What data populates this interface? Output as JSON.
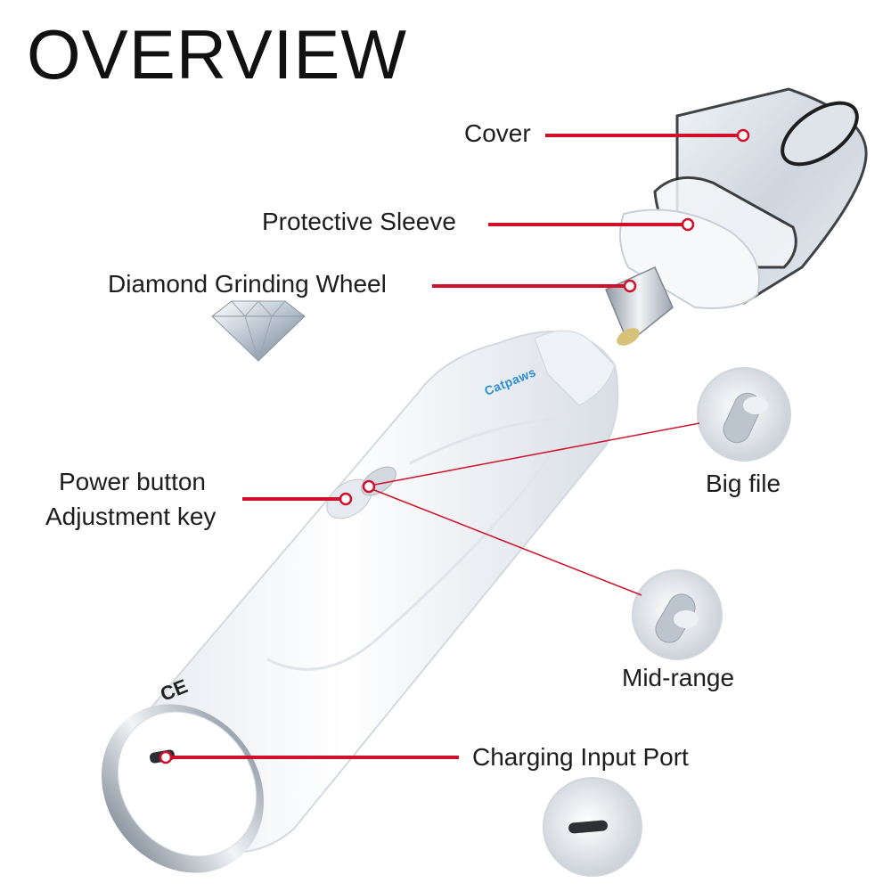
{
  "title": "OVERVIEW",
  "brand": "Catpaws",
  "ce_mark": "CE",
  "labels": {
    "cover": "Cover",
    "protective_sleeve": "Protective Sleeve",
    "diamond_wheel": "Diamond Grinding Wheel",
    "power_button_line1": "Power button",
    "power_button_line2": "Adjustment key",
    "big_file": "Big file",
    "mid_range": "Mid-range",
    "charging_port": "Charging Input Port"
  },
  "colors": {
    "leader_line": "#d0112b",
    "body": "#f4f6f9",
    "accent_metal": "#b9c2cc"
  }
}
